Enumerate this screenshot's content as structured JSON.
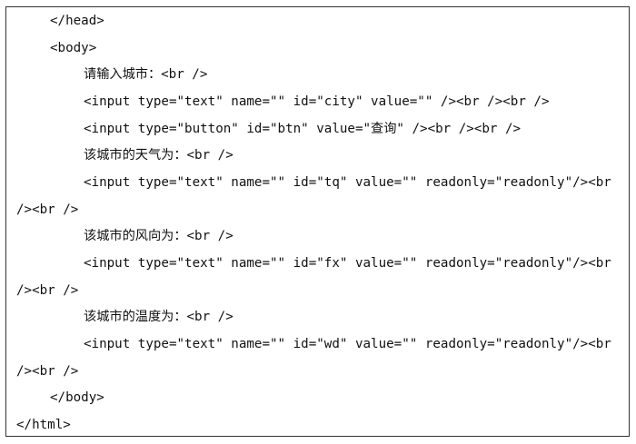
{
  "code_lines": [
    "</head>",
    "<body>",
    "请输入城市：<br />",
    "<input type=\"text\" name=\"\" id=\"city\" value=\"\" /><br /><br />",
    "<input type=\"button\" id=\"btn\" value=\"查询\" /><br /><br />",
    "该城市的天气为：<br />",
    "<input type=\"text\" name=\"\" id=\"tq\" value=\"\" readonly=\"readonly\"/><br",
    "/><br />",
    "该城市的风向为：<br />",
    "<input type=\"text\" name=\"\" id=\"fx\" value=\"\" readonly=\"readonly\"/><br",
    "/><br />",
    "该城市的温度为：<br />",
    "<input type=\"text\" name=\"\" id=\"wd\" value=\"\" readonly=\"readonly\"/><br",
    "/><br />",
    "</body>",
    "</html>"
  ]
}
